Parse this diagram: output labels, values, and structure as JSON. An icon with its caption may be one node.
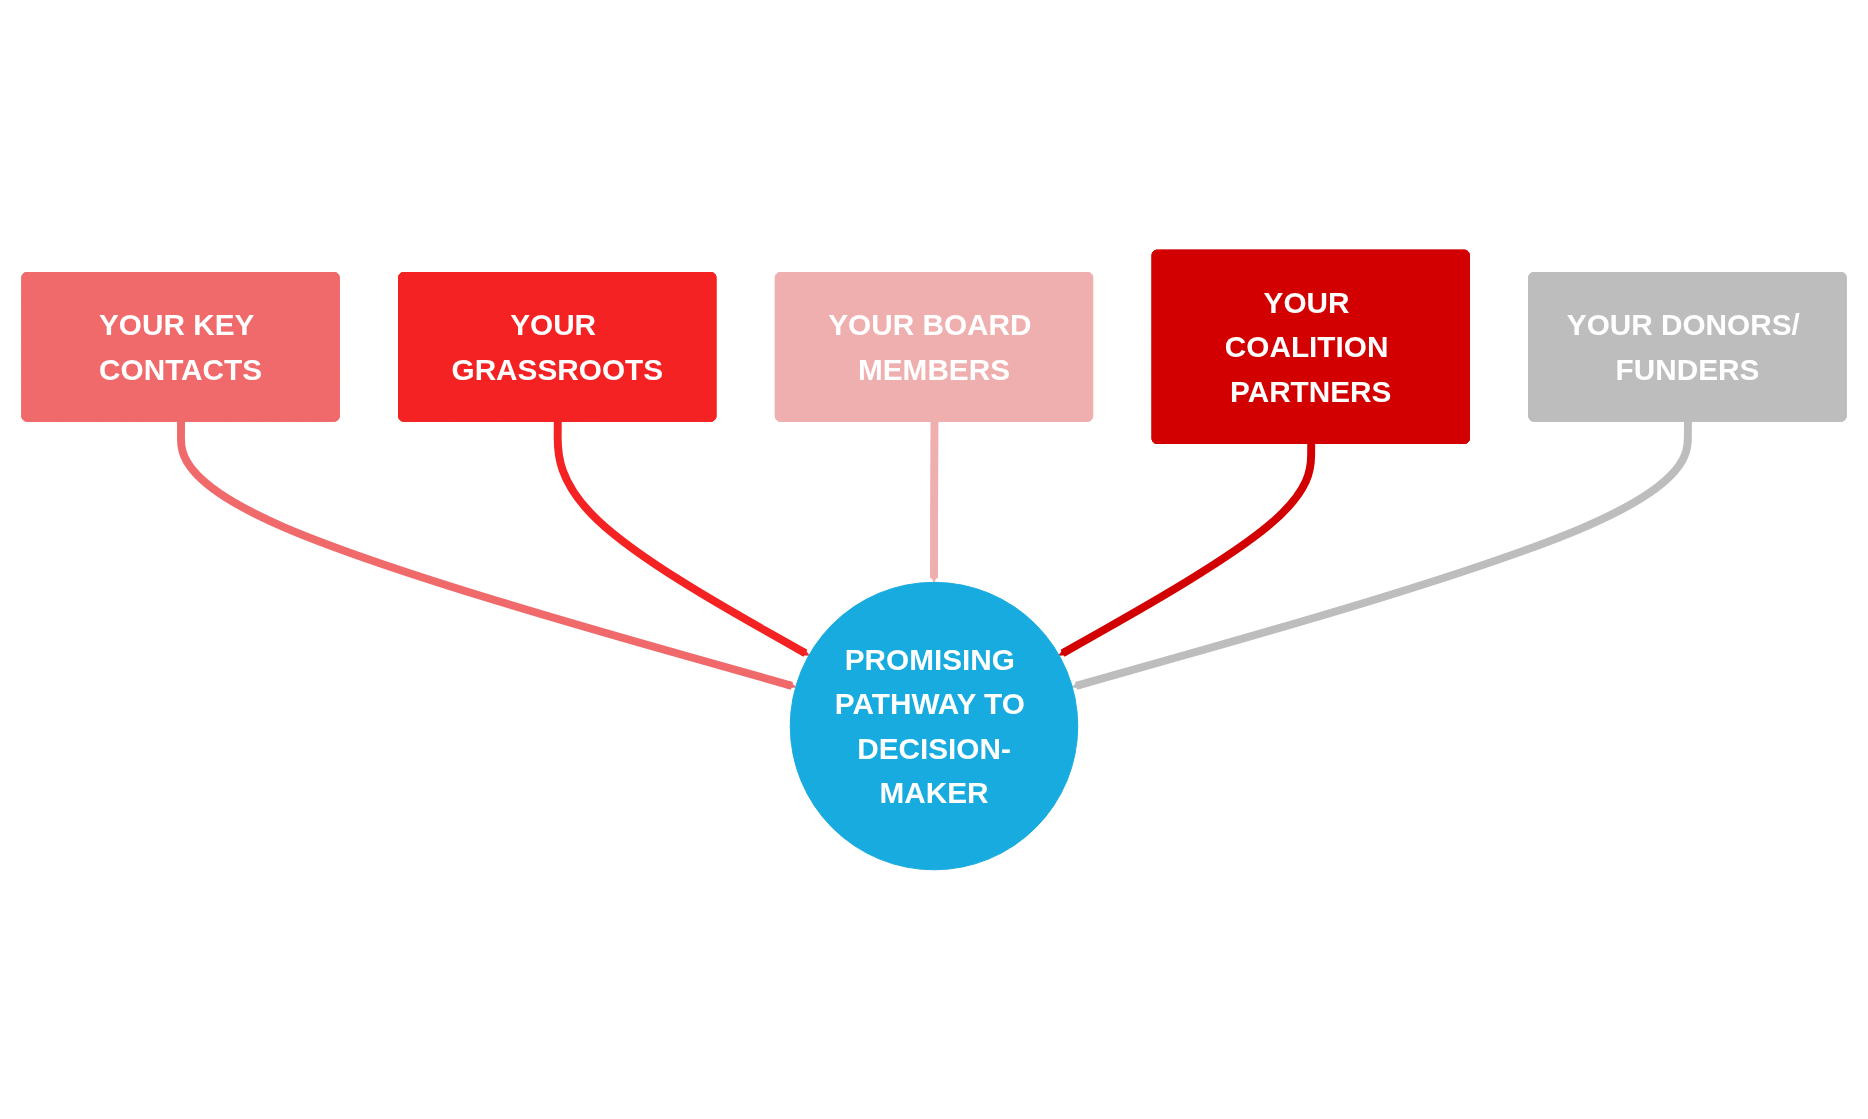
{
  "diagram": {
    "nodes": [
      {
        "text": [
          "YOUR KEY CONTACTS"
        ]
      },
      {
        "text": [
          "YOUR GRASSROOTS"
        ]
      },
      {
        "text": [
          "YOUR BOARD MEMBERS"
        ]
      },
      {
        "text": [
          "YOUR COALITION PARTNERS"
        ]
      },
      {
        "text": [
          "PROMISING PATHWAY TO DECISION-MAKER"
        ]
      },
      {
        "text": [
          "YOUR DONORS/ FUNDERS"
        ]
      }
    ],
    "edges": [
      {
        "from": 0,
        "to": 4,
        "arrow": "to",
        "color": "#f06a6b"
      },
      {
        "from": 1,
        "to": 4,
        "arrow": "to",
        "color": "#f42222"
      },
      {
        "from": 2,
        "to": 4,
        "arrow": "to",
        "color": "#f0afaf"
      },
      {
        "from": 3,
        "to": 4,
        "arrow": "to",
        "color": "#d20000"
      },
      {
        "from": 5,
        "to": 4,
        "arrow": "to",
        "color": "#bdbdbd"
      }
    ]
  }
}
